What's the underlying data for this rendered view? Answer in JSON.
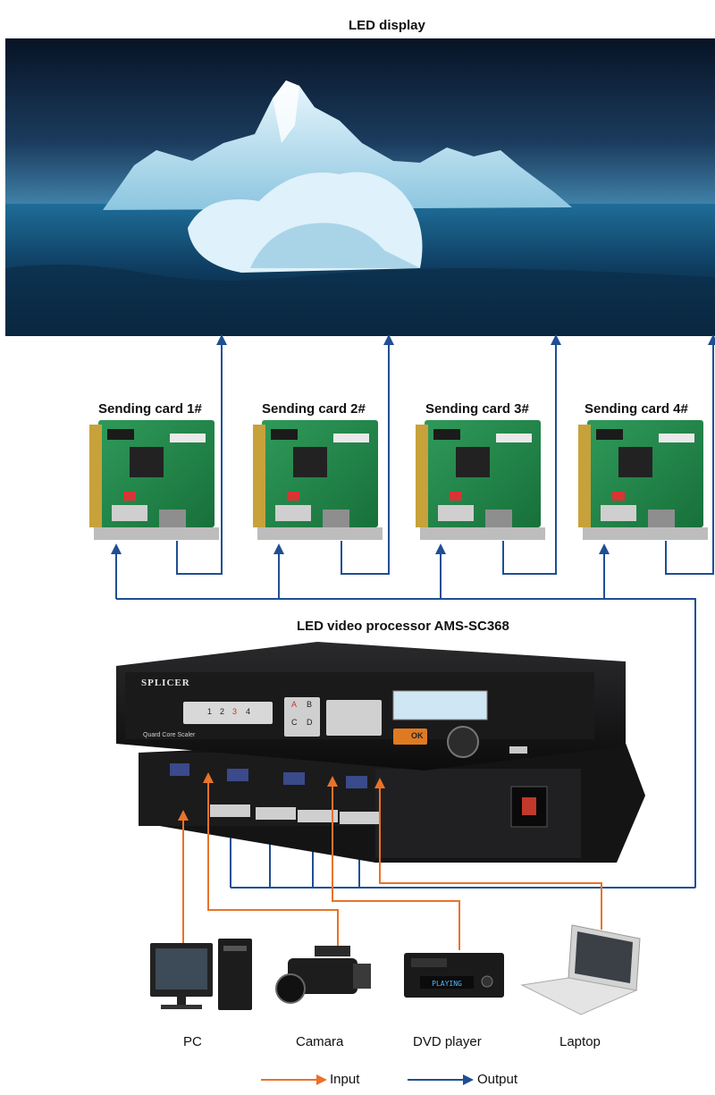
{
  "title": "LED display",
  "processor_title": "LED video processor AMS-SC368",
  "cards": [
    {
      "label": "Sending card 1#"
    },
    {
      "label": "Sending card 2#"
    },
    {
      "label": "Sending card 3#"
    },
    {
      "label": "Sending card 4#"
    }
  ],
  "processor": {
    "brand": "SPLICER",
    "subtitle": "Quard Core Scaler",
    "input_buttons": [
      "1",
      "2",
      "3",
      "4"
    ],
    "output_buttons": [
      "A",
      "B",
      "C",
      "D"
    ],
    "ok_label": "OK",
    "screen_text": "PLAYING"
  },
  "sources": [
    {
      "label": "PC",
      "icon": "pc-icon"
    },
    {
      "label": "Camara",
      "icon": "camera-icon"
    },
    {
      "label": "DVD player",
      "icon": "dvd-player-icon"
    },
    {
      "label": "Laptop",
      "icon": "laptop-icon"
    }
  ],
  "legend": {
    "input_label": "Input",
    "output_label": "Output",
    "input_color": "#e8732a",
    "output_color": "#1f4f93"
  }
}
